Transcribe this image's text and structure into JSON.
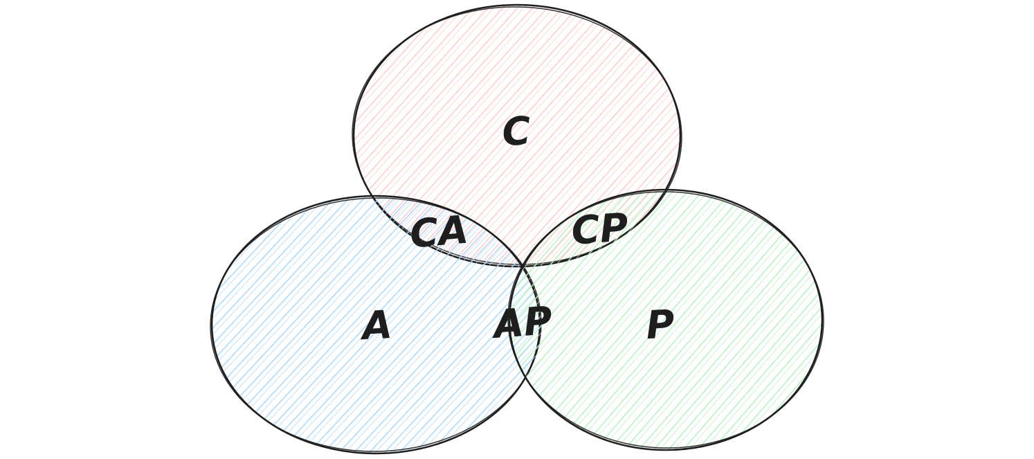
{
  "diagram": {
    "type": "venn",
    "style": "hand-drawn-hachure",
    "background": "#ffffff",
    "stroke_color": "#1e1e1e",
    "sets": [
      {
        "id": "C",
        "label": "C",
        "color": "#ffc9c9",
        "position": "top"
      },
      {
        "id": "A",
        "label": "A",
        "color": "#a5d8ff",
        "position": "bottom-left"
      },
      {
        "id": "P",
        "label": "P",
        "color": "#b2f2bb",
        "position": "bottom-right"
      }
    ],
    "intersections": [
      {
        "id": "CA",
        "label": "CA",
        "between": [
          "C",
          "A"
        ]
      },
      {
        "id": "CP",
        "label": "CP",
        "between": [
          "C",
          "P"
        ]
      },
      {
        "id": "AP",
        "label": "AP",
        "between": [
          "A",
          "P"
        ]
      }
    ]
  }
}
